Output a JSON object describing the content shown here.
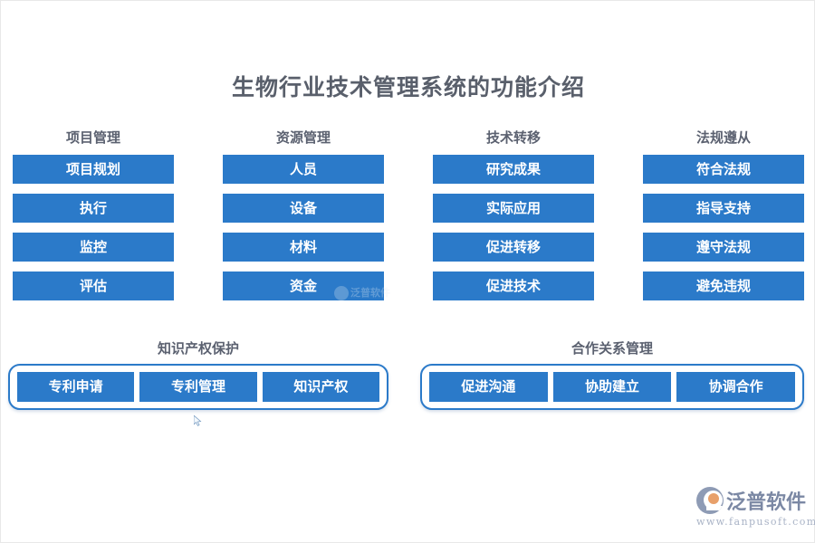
{
  "page": {
    "title": "生物行业技术管理系统的功能介绍",
    "background_color": "#ffffff",
    "accent_color": "#2b7ac9",
    "header_text_color": "#5b6170"
  },
  "columns": [
    {
      "header": "项目管理",
      "items": [
        "项目规划",
        "执行",
        "监控",
        "评估"
      ]
    },
    {
      "header": "资源管理",
      "items": [
        "人员",
        "设备",
        "材料",
        "资金"
      ]
    },
    {
      "header": "技术转移",
      "items": [
        "研究成果",
        "实际应用",
        "促进转移",
        "促进技术"
      ]
    },
    {
      "header": "法规遵从",
      "items": [
        "符合法规",
        "指导支持",
        "遵守法规",
        "避免违规"
      ]
    }
  ],
  "groups": [
    {
      "header": "知识产权保护",
      "items": [
        "专利申请",
        "专利管理",
        "知识产权"
      ]
    },
    {
      "header": "合作关系管理",
      "items": [
        "促进沟通",
        "协助建立",
        "协调合作"
      ]
    }
  ],
  "logo": {
    "name": "泛普软件",
    "url": "www.fanpusoft.com"
  },
  "watermark": {
    "text": "泛普软件"
  }
}
